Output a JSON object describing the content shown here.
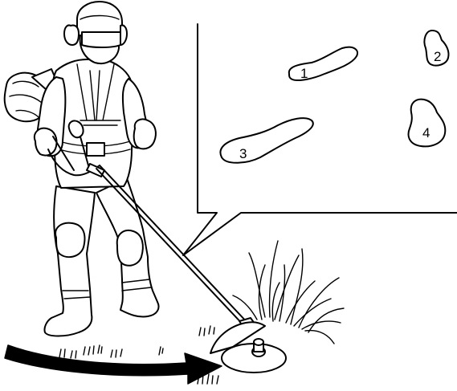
{
  "callout": {
    "labels": {
      "one": "1",
      "two": "2",
      "three": "3",
      "four": "4"
    }
  },
  "icons": [
    "operator-figure",
    "brush-cutter",
    "blade",
    "grass",
    "swing-arrow",
    "footprint"
  ]
}
